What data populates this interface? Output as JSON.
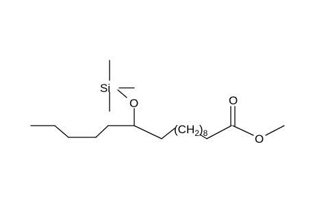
{
  "molecule": {
    "labels": {
      "si": "Si",
      "ether_o": "O",
      "ch2_group": "(CH",
      "ch2_h_sub": "2",
      "ch2_close": ")",
      "repeat_count": "8",
      "carbonyl_o": "O",
      "ester_o": "O"
    },
    "colors": {
      "bond": "#000000",
      "text": "#000000",
      "background": "#ffffff"
    }
  }
}
